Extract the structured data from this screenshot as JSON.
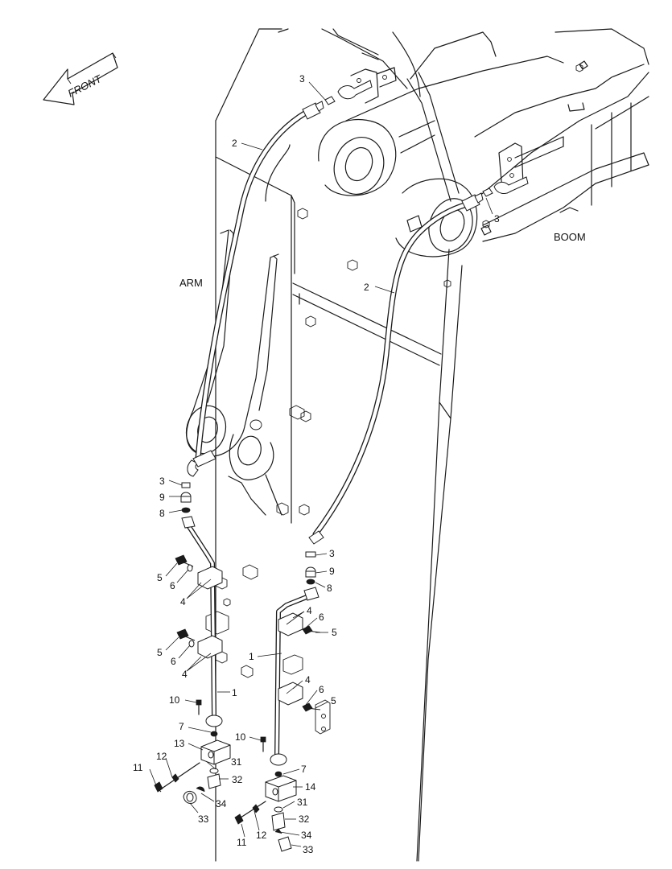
{
  "direction_label": "FRONT",
  "component_labels": {
    "arm": "ARM",
    "boom": "BOOM"
  },
  "callouts": {
    "c3_top": "3",
    "c2_left": "2",
    "c3_right": "3",
    "c2_right": "2",
    "c3_l": "3",
    "c9_l": "9",
    "c8_l": "8",
    "c5_l1": "5",
    "c6_l1": "6",
    "c4_l1": "4",
    "c5_l2": "5",
    "c6_l2": "6",
    "c4_l2": "4",
    "c1_l": "1",
    "c10_l": "10",
    "c7_l": "7",
    "c13_l": "13",
    "c12_l": "12",
    "c31_l": "31",
    "c11_l": "11",
    "c32_l": "32",
    "c34_l": "34",
    "c33_l": "33",
    "c3_r": "3",
    "c9_r": "9",
    "c8_r": "8",
    "c4_r1": "4",
    "c6_r1": "6",
    "c5_r1": "5",
    "c1_r": "1",
    "c4_r2": "4",
    "c6_r2": "6",
    "c5_r2": "5",
    "c10_r": "10",
    "c7_r": "7",
    "c14_r": "14",
    "c31_r": "31",
    "c32_r": "32",
    "c11_r": "11",
    "c12_r": "12",
    "c34_r": "34",
    "c33_r": "33"
  }
}
